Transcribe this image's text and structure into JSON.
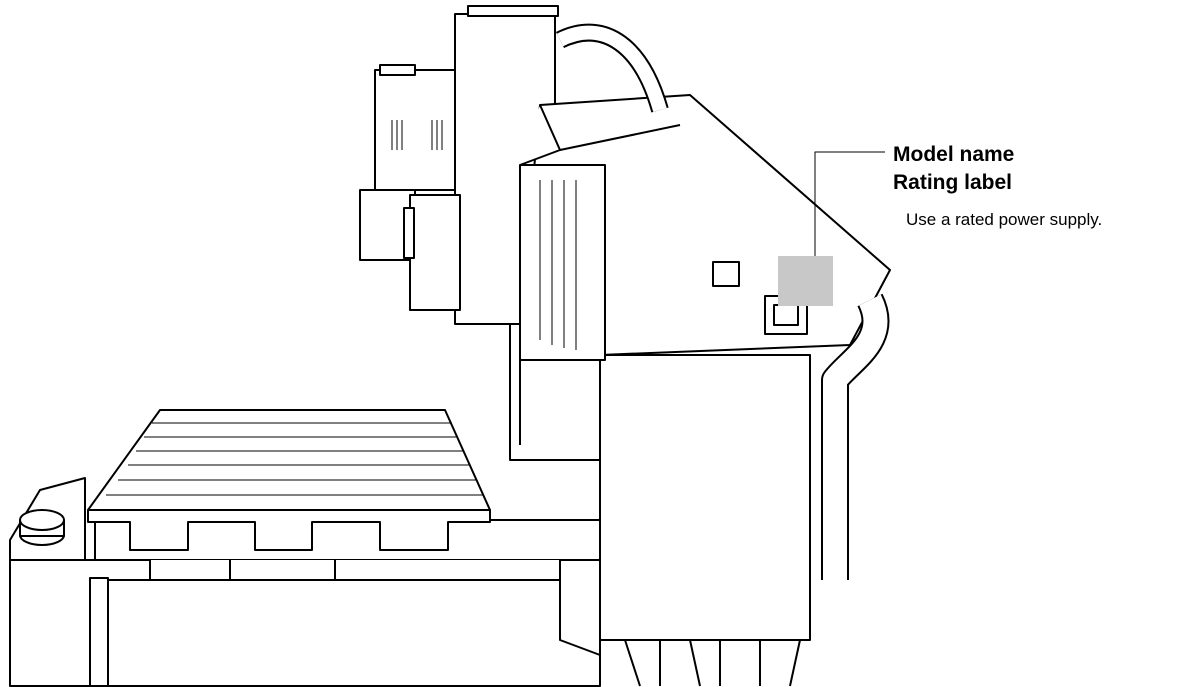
{
  "callout": {
    "model_name": "Model name",
    "rating_label": "Rating label",
    "note": "Use a rated power supply."
  },
  "colors": {
    "line": "#000000",
    "fill": "#ffffff",
    "label_area": "#c8c8c8"
  }
}
